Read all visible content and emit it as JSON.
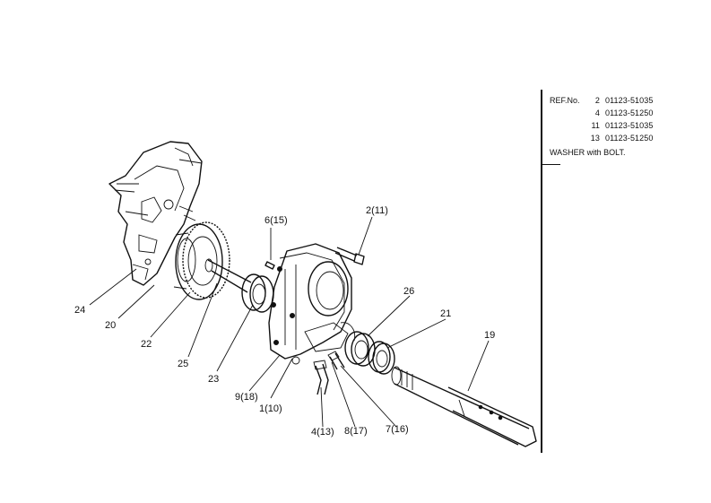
{
  "diagram": {
    "callouts": [
      {
        "id": "24",
        "text": "24"
      },
      {
        "id": "20",
        "text": "20"
      },
      {
        "id": "22",
        "text": "22"
      },
      {
        "id": "25",
        "text": "25"
      },
      {
        "id": "23",
        "text": "23"
      },
      {
        "id": "6",
        "text": "6(15)"
      },
      {
        "id": "2",
        "text": "2(11)"
      },
      {
        "id": "9",
        "text": "9(18)"
      },
      {
        "id": "1",
        "text": "1(10)"
      },
      {
        "id": "4",
        "text": "4(13)"
      },
      {
        "id": "8",
        "text": "8(17)"
      },
      {
        "id": "7",
        "text": "7(16)"
      },
      {
        "id": "26",
        "text": "26"
      },
      {
        "id": "21",
        "text": "21"
      },
      {
        "id": "19",
        "text": "19"
      }
    ]
  },
  "ref_panel": {
    "label": "REF.No.",
    "rows": [
      {
        "num": "2",
        "code": "01123-51035"
      },
      {
        "num": "4",
        "code": "01123-51250"
      },
      {
        "num": "11",
        "code": "01123-51035"
      },
      {
        "num": "13",
        "code": "01123-51250"
      }
    ],
    "note": "WASHER with BOLT."
  }
}
